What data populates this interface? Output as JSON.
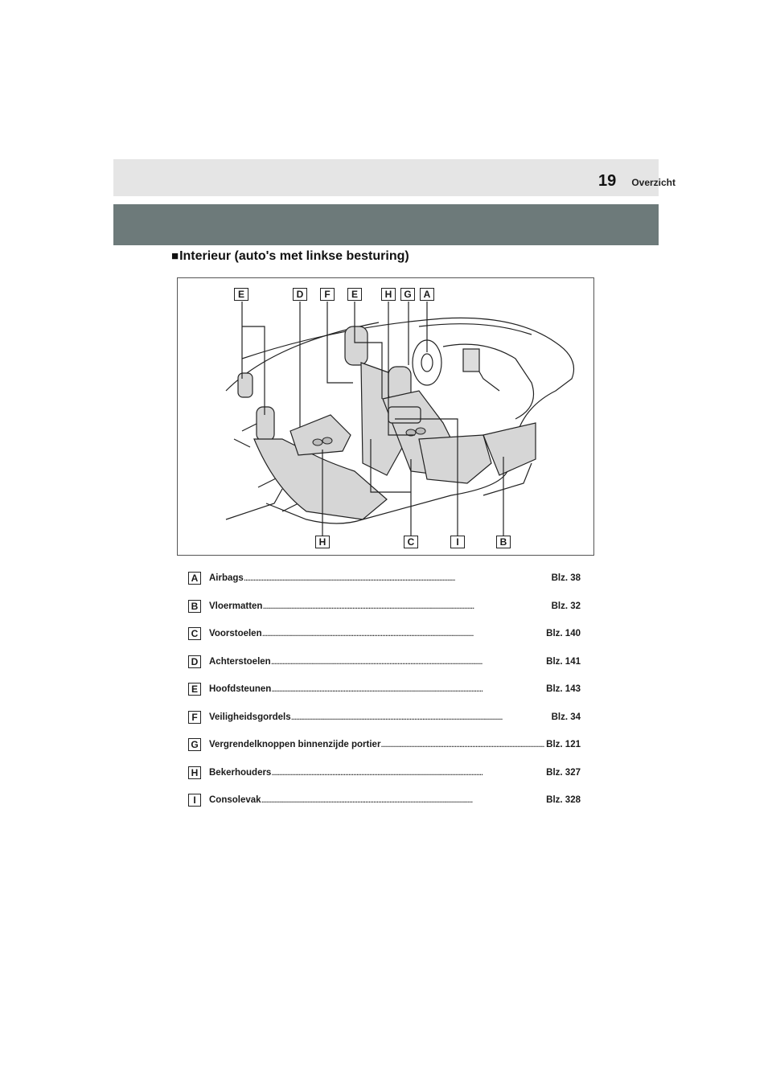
{
  "header": {
    "section": "Overzicht",
    "page_number": "19"
  },
  "title": {
    "bullet": "■",
    "text": "Interieur (auto's met linkse besturing)"
  },
  "figure": {
    "top_labels": [
      "E",
      "D",
      "F",
      "E",
      "H",
      "G",
      "A"
    ],
    "bottom_labels": [
      "H",
      "C",
      "I",
      "B"
    ]
  },
  "index": [
    {
      "letter": "A",
      "label": "Airbags",
      "ref": "Blz. 38"
    },
    {
      "letter": "B",
      "label": "Vloermatten",
      "ref": "Blz. 32"
    },
    {
      "letter": "C",
      "label": "Voorstoelen",
      "ref": "Blz. 140"
    },
    {
      "letter": "D",
      "label": "Achterstoelen",
      "ref": "Blz. 141"
    },
    {
      "letter": "E",
      "label": "Hoofdsteunen",
      "ref": "Blz. 143"
    },
    {
      "letter": "F",
      "label": "Veiligheidsgordels",
      "ref": "Blz. 34"
    },
    {
      "letter": "G",
      "label": "Vergrendelknoppen binnenzijde portier",
      "ref": "Blz. 121"
    },
    {
      "letter": "H",
      "label": "Bekerhouders",
      "ref": "Blz. 327"
    },
    {
      "letter": "I",
      "label": "Consolevak",
      "ref": "Blz. 328"
    }
  ]
}
